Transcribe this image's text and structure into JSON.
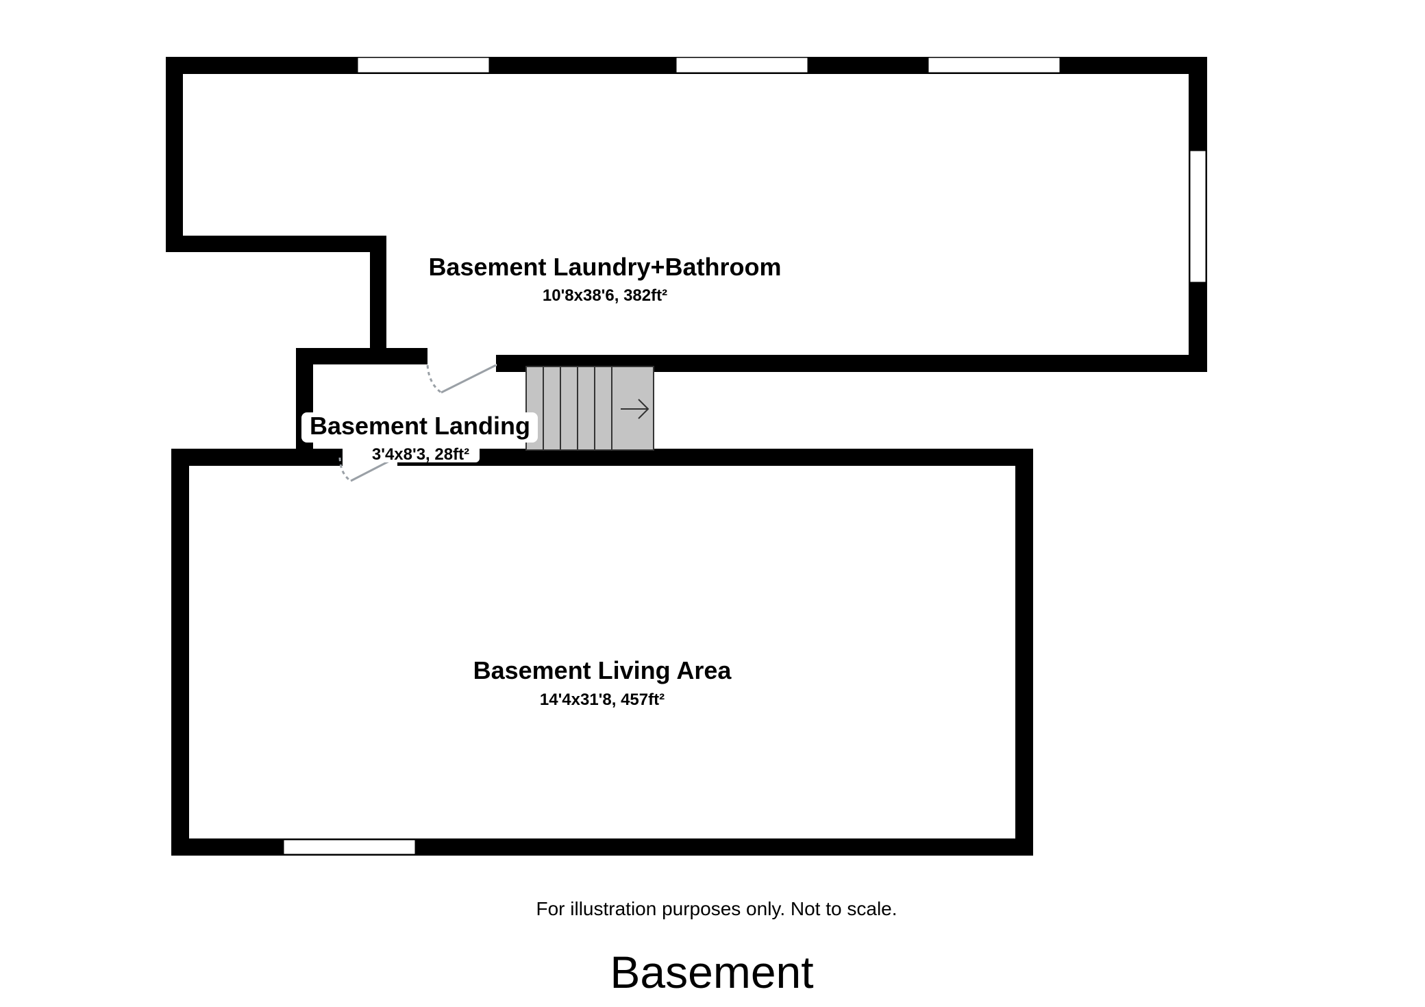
{
  "floor_name": "Basement",
  "disclaimer": "For illustration purposes only. Not to scale.",
  "rooms": [
    {
      "name": "Basement Laundry+Bathroom",
      "dimensions": "10'8x38'6, 382ft²"
    },
    {
      "name": "Basement Landing",
      "dimensions": "3'4x8'3, 28ft²"
    },
    {
      "name": "Basement Living Area",
      "dimensions": "14'4x31'8, 457ft²"
    }
  ],
  "colors": {
    "wall": "#000000",
    "window": "#ffffff",
    "door_swing": "#9aa0a6",
    "stairs_fill": "#c4c4c4",
    "stairs_line": "#333333"
  },
  "icons": {
    "stairs_direction": "arrow-right-icon"
  }
}
